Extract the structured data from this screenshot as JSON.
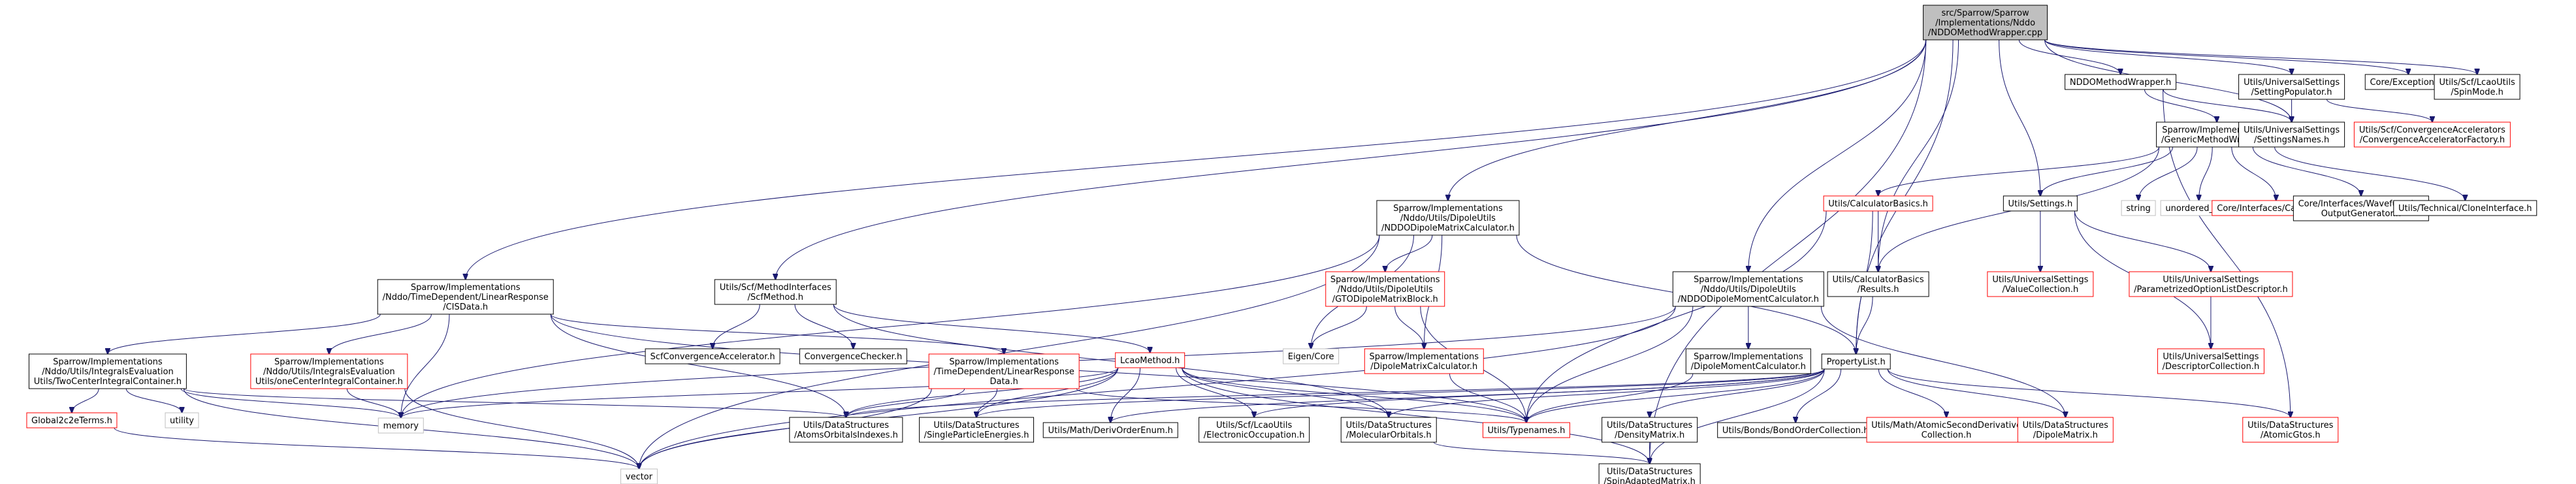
{
  "nodes": [
    {
      "id": "root",
      "lines": [
        "src/Sparrow/Sparrow",
        "/Implementations/Nddo",
        "/NDDOMethodWrapper.cpp"
      ],
      "style": "root"
    },
    {
      "id": "cis",
      "lines": [
        "Sparrow/Implementations",
        "/Nddo/TimeDependent/LinearResponse",
        "/CISData.h"
      ],
      "style": "black"
    },
    {
      "id": "dipmat",
      "lines": [
        "Sparrow/Implementations",
        "/Nddo/Utils/DipoleUtils",
        "/NDDODipoleMatrixCalculator.h"
      ],
      "style": "black"
    },
    {
      "id": "scfmi",
      "lines": [
        "Utils/Scf/MethodInterfaces",
        "/ScfMethod.h"
      ],
      "style": "black"
    },
    {
      "id": "dipmom",
      "lines": [
        "Sparrow/Implementations",
        "/Nddo/Utils/DipoleUtils",
        "/NDDODipoleMomentCalculator.h"
      ],
      "style": "black"
    },
    {
      "id": "nddowrap",
      "lines": [
        "NDDOMethodWrapper.h"
      ],
      "style": "black"
    },
    {
      "id": "settpop",
      "lines": [
        "Utils/UniversalSettings",
        "/SettingPopulator.h"
      ],
      "style": "black"
    },
    {
      "id": "coreexc",
      "lines": [
        "Core/Exceptions.h"
      ],
      "style": "black"
    },
    {
      "id": "spinmode",
      "lines": [
        "Utils/Scf/LcaoUtils",
        "/SpinMode.h"
      ],
      "style": "black"
    },
    {
      "id": "generic",
      "lines": [
        "Sparrow/Implementations",
        "/GenericMethodWrapper.h"
      ],
      "style": "black"
    },
    {
      "id": "settnames",
      "lines": [
        "Utils/UniversalSettings",
        "/SettingsNames.h"
      ],
      "style": "black"
    },
    {
      "id": "convacc",
      "lines": [
        "Utils/Scf/ConvergenceAccelerators",
        "/ConvergenceAcceleratorFactory.h"
      ],
      "style": "red"
    },
    {
      "id": "twocenter",
      "lines": [
        "Sparrow/Implementations",
        "/Nddo/Utils/IntegralsEvaluation",
        "Utils/TwoCenterIntegralContainer.h"
      ],
      "style": "black"
    },
    {
      "id": "onecenter",
      "lines": [
        "Sparrow/Implementations",
        "/Nddo/Utils/IntegralsEvaluation",
        "Utils/oneCenterIntegralContainer.h"
      ],
      "style": "red"
    },
    {
      "id": "td",
      "lines": [
        "Sparrow/Implementations",
        "/TimeDependent/LinearResponse",
        "Data.h"
      ],
      "style": "red"
    },
    {
      "id": "gto",
      "lines": [
        "Sparrow/Implementations",
        "/Nddo/Utils/DipoleUtils",
        "/GTODipoleMatrixBlock.h"
      ],
      "style": "red"
    },
    {
      "id": "calcbasics",
      "lines": [
        "Utils/CalculatorBasics.h"
      ],
      "style": "red"
    },
    {
      "id": "settings",
      "lines": [
        "Utils/Settings.h"
      ],
      "style": "black"
    },
    {
      "id": "string",
      "lines": [
        "string"
      ],
      "style": "gray"
    },
    {
      "id": "umap",
      "lines": [
        "unordered_map"
      ],
      "style": "gray"
    },
    {
      "id": "corecalc",
      "lines": [
        "Core/Interfaces/Calculator.h"
      ],
      "style": "red"
    },
    {
      "id": "wfout",
      "lines": [
        "Core/Interfaces/Wavefunction",
        "OutputGenerator.h"
      ],
      "style": "black"
    },
    {
      "id": "clone",
      "lines": [
        "Utils/Technical/CloneInterface.h"
      ],
      "style": "black"
    },
    {
      "id": "scfconv",
      "lines": [
        "ScfConvergenceAccelerator.h"
      ],
      "style": "black"
    },
    {
      "id": "convchk",
      "lines": [
        "ConvergenceChecker.h"
      ],
      "style": "black"
    },
    {
      "id": "eigen",
      "lines": [
        "Eigen/Core"
      ],
      "style": "gray"
    },
    {
      "id": "spdipcalc",
      "lines": [
        "Sparrow/Implementations",
        "/DipoleMatrixCalculator.h"
      ],
      "style": "red"
    },
    {
      "id": "spdipmomcalc",
      "lines": [
        "Sparrow/Implementations",
        "/DipoleMomentCalculator.h"
      ],
      "style": "black"
    },
    {
      "id": "results",
      "lines": [
        "Utils/CalculatorBasics",
        "/Results.h"
      ],
      "style": "black"
    },
    {
      "id": "valcoll",
      "lines": [
        "Utils/UniversalSettings",
        "/ValueCollection.h"
      ],
      "style": "red"
    },
    {
      "id": "paramopt",
      "lines": [
        "Utils/UniversalSettings",
        "/ParametrizedOptionListDescriptor.h"
      ],
      "style": "red"
    },
    {
      "id": "desccoll",
      "lines": [
        "Utils/UniversalSettings",
        "/DescriptorCollection.h"
      ],
      "style": "red"
    },
    {
      "id": "global2c",
      "lines": [
        "Global2c2eTerms.h"
      ],
      "style": "red"
    },
    {
      "id": "utility",
      "lines": [
        "utility"
      ],
      "style": "gray"
    },
    {
      "id": "memory",
      "lines": [
        "memory"
      ],
      "style": "gray"
    },
    {
      "id": "lcao",
      "lines": [
        "LcaoMethod.h"
      ],
      "style": "red"
    },
    {
      "id": "propertylist",
      "lines": [
        "PropertyList.h"
      ],
      "style": "black"
    },
    {
      "id": "aoidx",
      "lines": [
        "Utils/DataStructures",
        "/AtomsOrbitalsIndexes.h"
      ],
      "style": "black"
    },
    {
      "id": "spe",
      "lines": [
        "Utils/DataStructures",
        "/SingleParticleEnergies.h"
      ],
      "style": "black"
    },
    {
      "id": "derivenum",
      "lines": [
        "Utils/Math/DerivOrderEnum.h"
      ],
      "style": "black"
    },
    {
      "id": "elocc",
      "lines": [
        "Utils/Scf/LcaoUtils",
        "/ElectronicOccupation.h"
      ],
      "style": "black"
    },
    {
      "id": "molorb",
      "lines": [
        "Utils/DataStructures",
        "/MolecularOrbitals.h"
      ],
      "style": "black"
    },
    {
      "id": "typenames",
      "lines": [
        "Utils/Typenames.h"
      ],
      "style": "red"
    },
    {
      "id": "densmat",
      "lines": [
        "Utils/DataStructures",
        "/DensityMatrix.h"
      ],
      "style": "black"
    },
    {
      "id": "bondcoll",
      "lines": [
        "Utils/Bonds/BondOrderCollection.h"
      ],
      "style": "black"
    },
    {
      "id": "atomsec",
      "lines": [
        "Utils/Math/AtomicSecondDerivative",
        "Collection.h"
      ],
      "style": "red"
    },
    {
      "id": "dipmatrix",
      "lines": [
        "Utils/DataStructures",
        "/DipoleMatrix.h"
      ],
      "style": "red"
    },
    {
      "id": "atomicgtos",
      "lines": [
        "Utils/DataStructures",
        "/AtomicGtos.h"
      ],
      "style": "red"
    },
    {
      "id": "vector",
      "lines": [
        "vector"
      ],
      "style": "gray"
    },
    {
      "id": "spinadapt",
      "lines": [
        "Utils/DataStructures",
        "/SpinAdaptedMatrix.h"
      ],
      "style": "black"
    }
  ],
  "edges": [
    [
      "root",
      "cis"
    ],
    [
      "root",
      "dipmat"
    ],
    [
      "root",
      "scfmi"
    ],
    [
      "root",
      "dipmom"
    ],
    [
      "root",
      "nddowrap"
    ],
    [
      "root",
      "settpop"
    ],
    [
      "root",
      "coreexc"
    ],
    [
      "root",
      "spinmode"
    ],
    [
      "root",
      "settings"
    ],
    [
      "root",
      "results"
    ],
    [
      "root",
      "propertylist"
    ],
    [
      "root",
      "spinadapt"
    ],
    [
      "root",
      "settnames"
    ],
    [
      "nddowrap",
      "generic"
    ],
    [
      "nddowrap",
      "settnames"
    ],
    [
      "nddowrap",
      "atomicgtos"
    ],
    [
      "settpop",
      "settnames"
    ],
    [
      "settpop",
      "convacc"
    ],
    [
      "generic",
      "calcbasics"
    ],
    [
      "generic",
      "settings"
    ],
    [
      "generic",
      "string"
    ],
    [
      "generic",
      "umap"
    ],
    [
      "generic",
      "corecalc"
    ],
    [
      "generic",
      "wfout"
    ],
    [
      "generic",
      "clone"
    ],
    [
      "generic",
      "results"
    ],
    [
      "settings",
      "valcoll"
    ],
    [
      "settings",
      "paramopt"
    ],
    [
      "settings",
      "desccoll"
    ],
    [
      "paramopt",
      "desccoll"
    ],
    [
      "calcbasics",
      "results"
    ],
    [
      "calcbasics",
      "propertylist"
    ],
    [
      "calcbasics",
      "typenames"
    ],
    [
      "results",
      "propertylist"
    ],
    [
      "cis",
      "twocenter"
    ],
    [
      "cis",
      "onecenter"
    ],
    [
      "cis",
      "td"
    ],
    [
      "cis",
      "memory"
    ],
    [
      "cis",
      "aoidx"
    ],
    [
      "cis",
      "typenames"
    ],
    [
      "twocenter",
      "global2c"
    ],
    [
      "twocenter",
      "utility"
    ],
    [
      "twocenter",
      "memory"
    ],
    [
      "twocenter",
      "vector"
    ],
    [
      "twocenter",
      "aoidx"
    ],
    [
      "onecenter",
      "memory"
    ],
    [
      "onecenter",
      "vector"
    ],
    [
      "global2c",
      "vector"
    ],
    [
      "td",
      "vector"
    ],
    [
      "td",
      "aoidx"
    ],
    [
      "td",
      "spe"
    ],
    [
      "td",
      "typenames"
    ],
    [
      "dipmat",
      "gto"
    ],
    [
      "dipmat",
      "spdipcalc"
    ],
    [
      "dipmat",
      "eigen"
    ],
    [
      "dipmat",
      "memory"
    ],
    [
      "dipmat",
      "vector"
    ],
    [
      "dipmat",
      "propertylist"
    ],
    [
      "gto",
      "eigen"
    ],
    [
      "gto",
      "spdipcalc"
    ],
    [
      "gto",
      "typenames"
    ],
    [
      "spdipcalc",
      "typenames"
    ],
    [
      "scfmi",
      "scfconv"
    ],
    [
      "scfmi",
      "convchk"
    ],
    [
      "scfmi",
      "lcao"
    ],
    [
      "scfmi",
      "molorb"
    ],
    [
      "lcao",
      "memory"
    ],
    [
      "lcao",
      "vector"
    ],
    [
      "lcao",
      "aoidx"
    ],
    [
      "lcao",
      "spe"
    ],
    [
      "lcao",
      "derivenum"
    ],
    [
      "lcao",
      "elocc"
    ],
    [
      "lcao",
      "molorb"
    ],
    [
      "lcao",
      "typenames"
    ],
    [
      "lcao",
      "spinadapt"
    ],
    [
      "dipmom",
      "spdipmomcalc"
    ],
    [
      "dipmom",
      "memory"
    ],
    [
      "dipmom",
      "vector"
    ],
    [
      "dipmom",
      "dipmatrix"
    ],
    [
      "dipmom",
      "typenames"
    ],
    [
      "spdipmomcalc",
      "typenames"
    ],
    [
      "propertylist",
      "aoidx"
    ],
    [
      "propertylist",
      "spe"
    ],
    [
      "propertylist",
      "derivenum"
    ],
    [
      "propertylist",
      "molorb"
    ],
    [
      "propertylist",
      "typenames"
    ],
    [
      "propertylist",
      "densmat"
    ],
    [
      "propertylist",
      "bondcoll"
    ],
    [
      "propertylist",
      "atomsec"
    ],
    [
      "propertylist",
      "dipmatrix"
    ],
    [
      "propertylist",
      "atomicgtos"
    ],
    [
      "propertylist",
      "spinadapt"
    ],
    [
      "propertylist",
      "elocc"
    ],
    [
      "molorb",
      "spinadapt"
    ],
    [
      "densmat",
      "spinadapt"
    ]
  ]
}
